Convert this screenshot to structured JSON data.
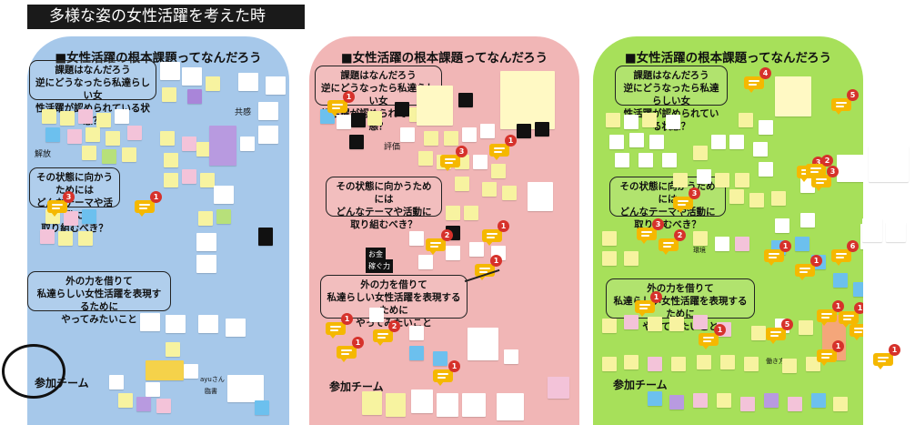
{
  "header": {
    "title": "多様な姿の女性活躍を考えた時"
  },
  "boards": [
    {
      "title": "■女性活躍の根本課題ってなんだろう",
      "q1": [
        "課題はなんだろう",
        "逆にどうなったら私達らしい女",
        "性活躍が認められている状態？"
      ],
      "q2": [
        "その状態に向かうためには",
        "どんなテーマや活動に",
        "取り組むべき？"
      ],
      "q3": [
        "外の力を借りて",
        "私達らしい女性活躍を表現するために",
        "やってみたいこと"
      ],
      "team": "参加チーム",
      "labels": [
        "共感",
        "解放",
        "ayuさん",
        "臨書"
      ],
      "comments": [
        "3",
        "1"
      ]
    },
    {
      "title": "■女性活躍の根本課題ってなんだろう",
      "q1": [
        "課題はなんだろう",
        "逆にどうなったら私達らしい女",
        "性活躍が認められている状態？"
      ],
      "q2": [
        "その状態に向かうためには",
        "どんなテーマや活動に",
        "取り組むべき？"
      ],
      "q3": [
        "外の力を借りて",
        "私達らしい女性活躍を表現するために",
        "やってみたいこと"
      ],
      "team": "参加チーム",
      "labels": [
        "評価",
        "お金",
        "稼ぐ力"
      ],
      "comments": [
        "1",
        "3",
        "1",
        "2",
        "1",
        "1",
        "1",
        "2",
        "1",
        "1"
      ]
    },
    {
      "title": "■女性活躍の根本課題ってなんだろう",
      "q1": [
        "課題はなんだろう",
        "逆にどうなったら私達らしい女",
        "性活躍が認められている状態？"
      ],
      "q2": [
        "その状態に向かうためには",
        "どんなテーマや活動に",
        "取り組むべき？"
      ],
      "q3": [
        "外の力を借りて",
        "私達らしい女性活躍を表現するために",
        "やってみたいこと"
      ],
      "team": "参加チーム",
      "labels": [
        "環境",
        "働き方"
      ],
      "comments": [
        "4",
        "5",
        "3",
        "3",
        "3",
        "2",
        "2",
        "3",
        "6",
        "1",
        "1",
        "1",
        "1",
        "1",
        "2",
        "1",
        "5",
        "1"
      ]
    }
  ],
  "colors": {
    "board1": "#a6c8ea",
    "board2": "#f1b6b6",
    "board3": "#a7e05a",
    "comment": "#f5b800",
    "badge": "#d6322b"
  }
}
